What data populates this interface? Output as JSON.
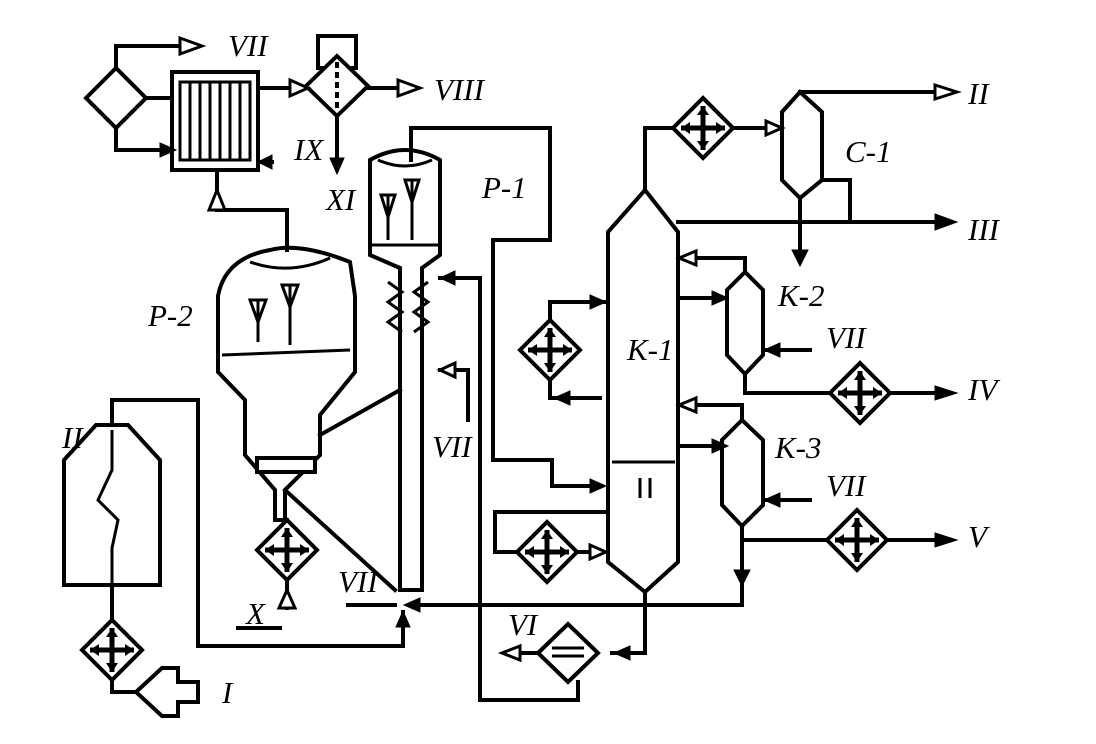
{
  "labels": {
    "unit_P1": "P-1",
    "unit_P2": "P-2",
    "unit_K1": "K-1",
    "unit_K2": "K-2",
    "unit_K3": "K-3",
    "unit_C1": "C-1",
    "stream_I": "I",
    "stream_II_furnace": "II",
    "stream_II": "II",
    "stream_III": "III",
    "stream_IV": "IV",
    "stream_V": "V",
    "stream_VI": "VI",
    "stream_VII_top": "VII",
    "stream_VII_riser": "VII",
    "stream_VII_bottom": "VII",
    "stream_VII_K2": "VII",
    "stream_VII_K3": "VII",
    "stream_VIII": "VIII",
    "stream_IX": "IX",
    "stream_X": "X",
    "stream_XI": "XI"
  }
}
